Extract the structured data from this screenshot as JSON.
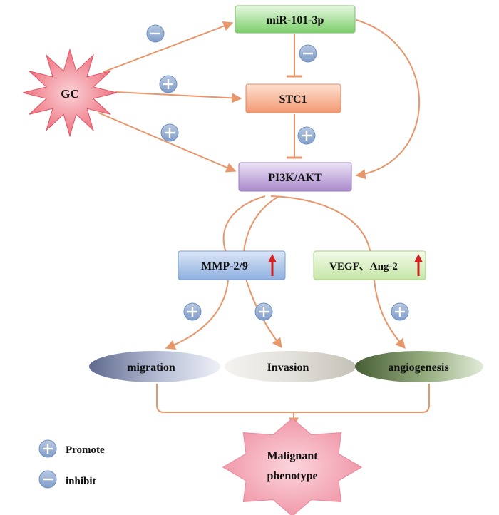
{
  "nodes": {
    "gc": "GC",
    "mir": "miR-101-3p",
    "stc1": "STC1",
    "pi3k": "PI3K/AKT",
    "mmp": "MMP-2/9",
    "vegf": "VEGF、Ang-2",
    "migration": "migration",
    "invasion": "Invasion",
    "angiogenesis": "angiogenesis",
    "malignant_line1": "Malignant",
    "malignant_line2": "phenotype"
  },
  "legend": {
    "promote": "Promote",
    "inhibit": "inhibit"
  },
  "colors": {
    "arrow": "#e8966a",
    "sign_fill": "#8fa9cf",
    "up_arrow": "#d42020"
  }
}
